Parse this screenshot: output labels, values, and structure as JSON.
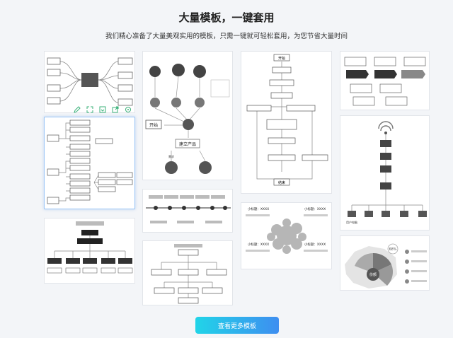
{
  "header": {
    "title": "大量模板，一键套用",
    "subtitle": "我们精心准备了大量美观实用的模板，只需一键就可轻松套用，为您节省大量时间"
  },
  "templates": [
    {
      "id": "mindmap"
    },
    {
      "id": "process-sales",
      "label_start": "开始",
      "label_build": "建立产品",
      "label_request": "需求"
    },
    {
      "id": "flow-vertical",
      "label_start": "开始",
      "label_end": "结束"
    },
    {
      "id": "step-arrows"
    },
    {
      "id": "tree-selected"
    },
    {
      "id": "network-topology",
      "label_user": "用户电脑"
    },
    {
      "id": "timeline"
    },
    {
      "id": "bubble-analysis",
      "label_small": "小标题：XXXX"
    },
    {
      "id": "org-chart"
    },
    {
      "id": "flow-hierarchy"
    },
    {
      "id": "map-chart",
      "label_percent": "68%",
      "label_share": "份额"
    }
  ],
  "toolbar": {
    "icons": [
      "edit-icon",
      "expand-icon",
      "download-icon",
      "share-icon",
      "settings-icon"
    ]
  },
  "more_button": {
    "label": "查看更多模板"
  },
  "colors": {
    "accent_start": "#21d4e8",
    "accent_end": "#3e8ef0",
    "selected_border": "#9cc6f5"
  }
}
